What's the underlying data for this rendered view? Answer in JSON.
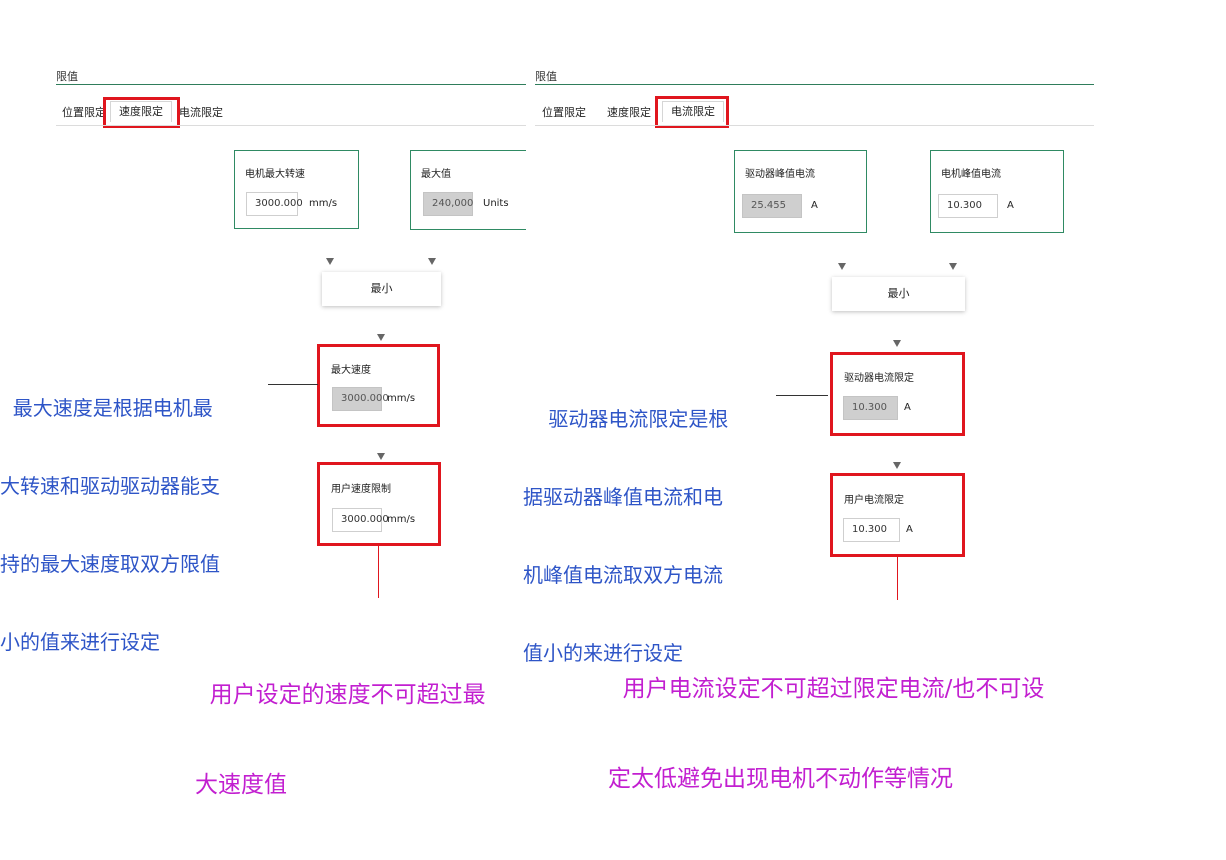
{
  "left": {
    "section_title": "限值",
    "tabs": [
      "位置限定",
      "速度限定",
      "电流限定"
    ],
    "active_tab": "速度限定",
    "card_motor_speed": {
      "title": "电机最大转速",
      "value": "3000.000",
      "unit": "mm/s"
    },
    "card_max": {
      "title": "最大值",
      "value": "240,000",
      "unit": "Units"
    },
    "min_label": "最小",
    "card_max_speed": {
      "title": "最大速度",
      "value": "3000.000",
      "unit": "mm/s"
    },
    "card_user_speed": {
      "title": "用户速度限制",
      "value": "3000.000",
      "unit": "mm/s"
    },
    "annotation_blue": [
      "  最大速度是根据电机最",
      "大转速和驱动驱动器能支",
      "持的最大速度取双方限值",
      "小的值来进行设定"
    ],
    "annotation_magenta": [
      "  用户设定的速度不可超过最",
      "大速度值"
    ]
  },
  "right": {
    "section_title": "限值",
    "tabs": [
      "位置限定",
      "速度限定",
      "电流限定"
    ],
    "active_tab": "电流限定",
    "card_drive_peak": {
      "title": "驱动器峰值电流",
      "value": "25.455",
      "unit": "A"
    },
    "card_motor_peak": {
      "title": "电机峰值电流",
      "value": "10.300",
      "unit": "A"
    },
    "min_label": "最小",
    "card_drive_limit": {
      "title": "驱动器电流限定",
      "value": "10.300",
      "unit": "A"
    },
    "card_user_current": {
      "title": "用户电流限定",
      "value": "10.300",
      "unit": "A"
    },
    "annotation_blue": [
      "    驱动器电流限定是根",
      "据驱动器峰值电流和电",
      "机峰值电流取双方电流",
      "值小的来进行设定"
    ],
    "annotation_magenta": [
      "  用户电流设定不可超过限定电流/也不可设",
      "定太低避免出现电机不动作等情况"
    ]
  },
  "colors": {
    "accent_green": "#2f8a63",
    "highlight_red": "#e0161e",
    "annotation_blue": "#2e55c7",
    "annotation_magenta": "#c21fd0"
  }
}
